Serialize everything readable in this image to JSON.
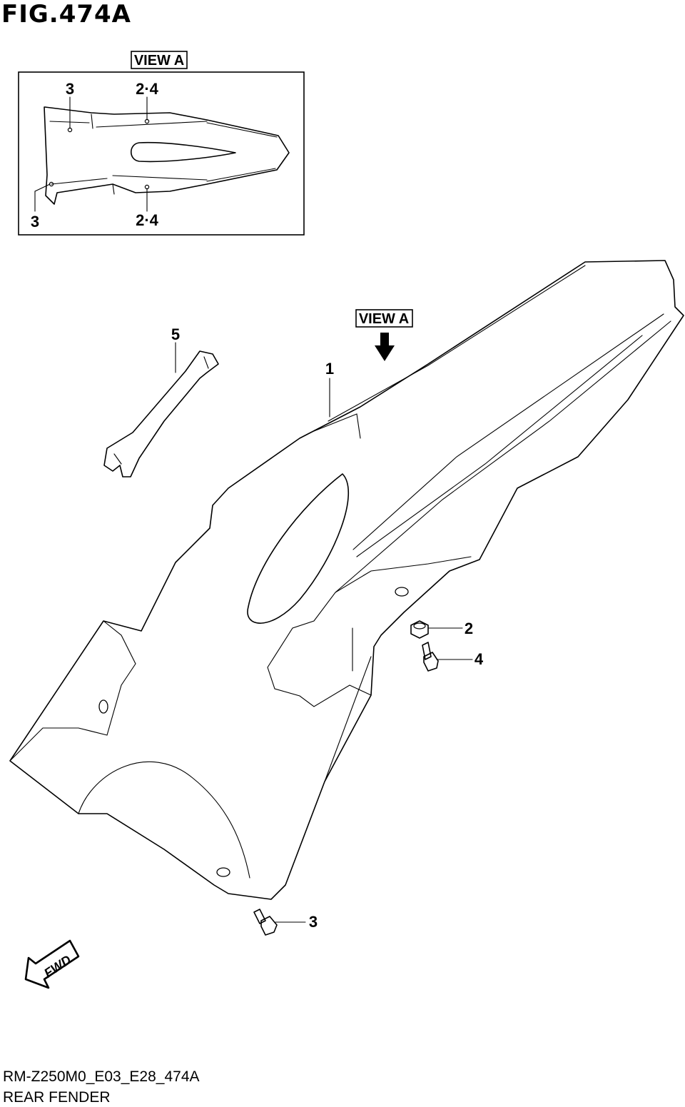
{
  "header": {
    "title": "FIG.474A"
  },
  "inset": {
    "view_label": "VIEW A",
    "callouts": [
      "3",
      "2·4",
      "3",
      "2·4"
    ]
  },
  "main": {
    "view_label": "VIEW A",
    "callouts": {
      "part1": "1",
      "part2": "2",
      "part3": "3",
      "part4": "4",
      "part5": "5"
    },
    "fwd_label": "FWD"
  },
  "footer": {
    "code": "RM-Z250M0_E03_E28_474A",
    "name": "REAR FENDER"
  }
}
